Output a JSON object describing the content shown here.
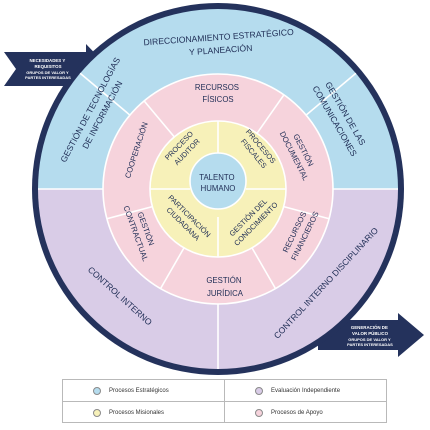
{
  "colors": {
    "outer_ring": "#24325c",
    "estrategicos": "#b5dcee",
    "evaluacion": "#d9cce7",
    "apoyo": "#f6d3dc",
    "misionales": "#f7f1b9",
    "divider": "#ffffff",
    "arrow": "#24325c"
  },
  "arrows": {
    "left": {
      "line1": "NECESIDADES Y",
      "line2": "REQUISITOS",
      "line3": "GRUPOS DE VALOR Y",
      "line4": "PARTES INTERESADAS"
    },
    "right": {
      "line1": "GENERACIÓN DE",
      "line2": "VALOR PÚBLICO",
      "line3": "GRUPOS DE VALOR Y",
      "line4": "PARTES INTERESADAS"
    }
  },
  "rings": {
    "outer": {
      "direccionamiento_1": "DIRECCIONAMIENTO ESTRATÉGICO",
      "direccionamiento_2": "Y PLANEACIÓN",
      "tecnologias_1": "GESTIÓN DE TECNOLOGÍAS",
      "tecnologias_2": "DE INFORMACIÓN",
      "comunicaciones_1": "GESTIÓN DE LAS",
      "comunicaciones_2": "COMUNICACIONES",
      "control_interno": "CONTROL INTERNO",
      "disciplinario": "CONTROL INTERNO DISCIPLINARIO"
    },
    "middle": {
      "recursos_fisicos_1": "RECURSOS",
      "recursos_fisicos_2": "FÍSICOS",
      "cooperacion": "COOPERACIÓN",
      "gestion_documental_1": "GESTIÓN",
      "gestion_documental_2": "DOCUMENTAL",
      "gestion_contractual_1": "GESTIÓN",
      "gestion_contractual_2": "CONTRACTUAL",
      "recursos_financieros_1": "RECURSOS",
      "recursos_financieros_2": "FINANCIEROS",
      "gestion_juridica_1": "GESTIÓN",
      "gestion_juridica_2": "JURÍDICA"
    },
    "inner": {
      "proceso_auditor_1": "PROCESO",
      "proceso_auditor_2": "AUDITOR",
      "procesos_fiscales_1": "PROCESOS",
      "procesos_fiscales_2": "FISCALES",
      "participacion_1": "PARTICIPACIÓN",
      "participacion_2": "CIUDADANA",
      "conocimiento_1": "GESTIÓN DEL",
      "conocimiento_2": "CONOCIMIENTO"
    },
    "center": {
      "line1": "TALENTO",
      "line2": "HUMANO"
    }
  },
  "legend": [
    {
      "label": "Procesos Estratégicos",
      "color": "#b5dcee"
    },
    {
      "label": "Evaluación Independiente",
      "color": "#d9cce7"
    },
    {
      "label": "Procesos Misionales",
      "color": "#f7f1b9"
    },
    {
      "label": "Procesos de Apoyo",
      "color": "#f6d3dc"
    }
  ]
}
